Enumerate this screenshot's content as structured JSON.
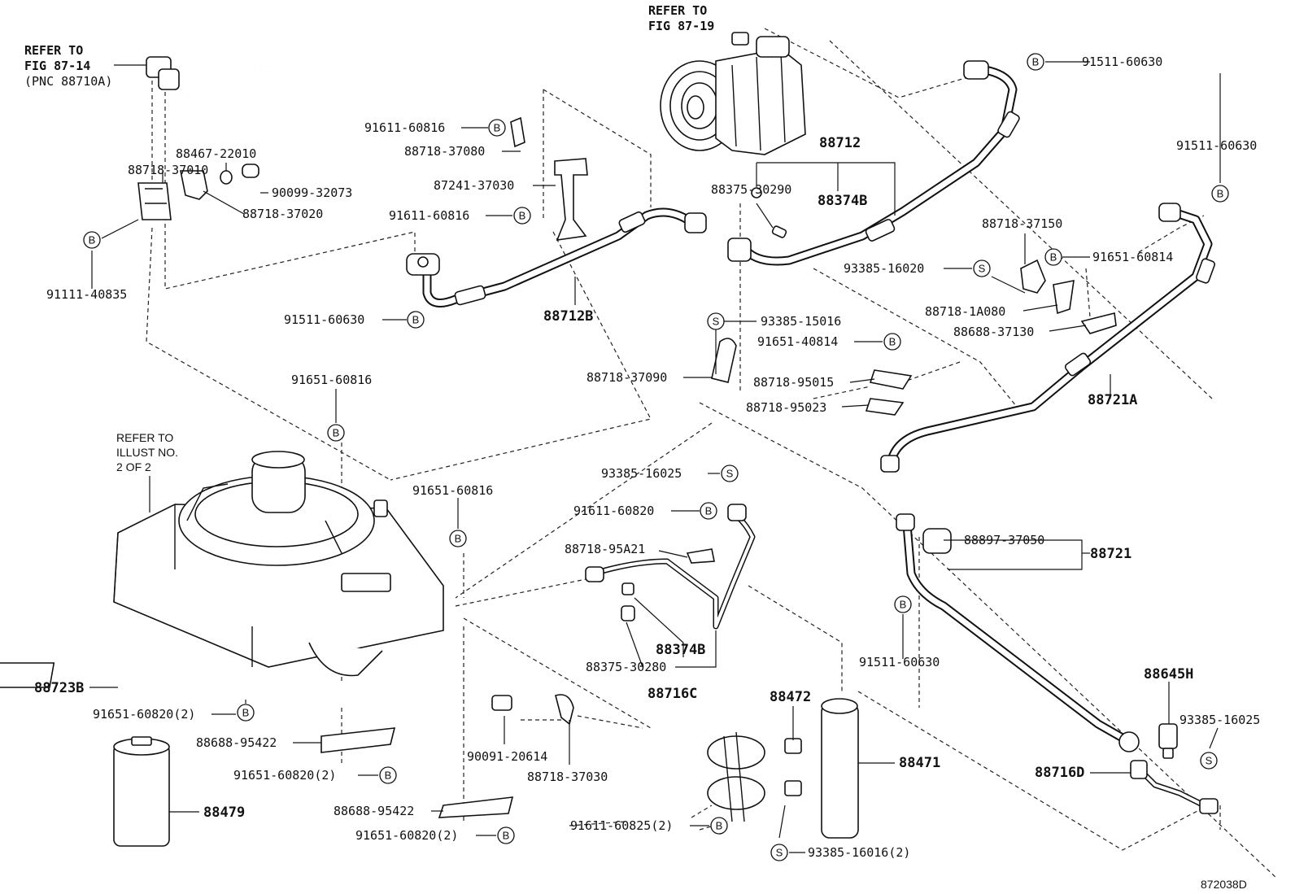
{
  "refs": {
    "fig_87_14_line1": "REFER TO",
    "fig_87_14_line2": "FIG 87-14",
    "fig_87_14_line3": "(PNC 88710A)",
    "fig_87_19_line1": "REFER TO",
    "fig_87_19_line2": "FIG 87-19",
    "illust_line1": "REFER TO",
    "illust_line2": "ILLUST NO.",
    "illust_line3": "2 OF 2"
  },
  "callout_letters": {
    "bolt": "B",
    "screw": "S"
  },
  "diagram_id": "872038D",
  "labels": {
    "p91611_60816_a": "91611-60816",
    "p88718_37080": "88718-37080",
    "p87241_37030": "87241-37030",
    "p91611_60816_b": "91611-60816",
    "p88467_22010": "88467-22010",
    "p88718_37010": "88718-37010",
    "p90099_32073": "90099-32073",
    "p88718_37020": "88718-37020",
    "p91111_40835": "91111-40835",
    "p91511_60630_a": "91511-60630",
    "p88712B": "88712B",
    "p88712": "88712",
    "p88375_30290": "88375-30290",
    "p88374B_a": "88374B",
    "p91511_60630_b": "91511-60630",
    "p91511_60630_c": "91511-60630",
    "p88718_37150": "88718-37150",
    "p91651_60814": "91651-60814",
    "p93385_16020": "93385-16020",
    "p88718_1A080": "88718-1A080",
    "p88688_37130": "88688-37130",
    "p93385_15016": "93385-15016",
    "p91651_40814": "91651-40814",
    "p88718_37090": "88718-37090",
    "p88718_95015": "88718-95015",
    "p88718_95023": "88718-95023",
    "p88721A": "88721A",
    "p91651_60816_c": "91651-60816",
    "p91651_60816_d": "91651-60816",
    "p93385_16025_a": "93385-16025",
    "p91611_60820": "91611-60820",
    "p88718_95A21": "88718-95A21",
    "p88374B_b": "88374B",
    "p88375_30280": "88375-30280",
    "p88716C": "88716C",
    "p88897_37050": "88897-37050",
    "p88721": "88721",
    "p91511_60630_d": "91511-60630",
    "p88723B": "88723B",
    "p91651_60820_a": "91651-60820(2)",
    "p88688_95422_a": "88688-95422",
    "p91651_60820_b": "91651-60820(2)",
    "p88479": "88479",
    "p90091_20614": "90091-20614",
    "p88718_37030": "88718-37030",
    "p88688_95422_b": "88688-95422",
    "p91651_60820_c": "91651-60820(2)",
    "p88472": "88472",
    "p88471": "88471",
    "p91611_60825": "91611-60825(2)",
    "p93385_16016": "93385-16016(2)",
    "p88645H": "88645H",
    "p93385_16025_b": "93385-16025",
    "p88716D": "88716D"
  }
}
